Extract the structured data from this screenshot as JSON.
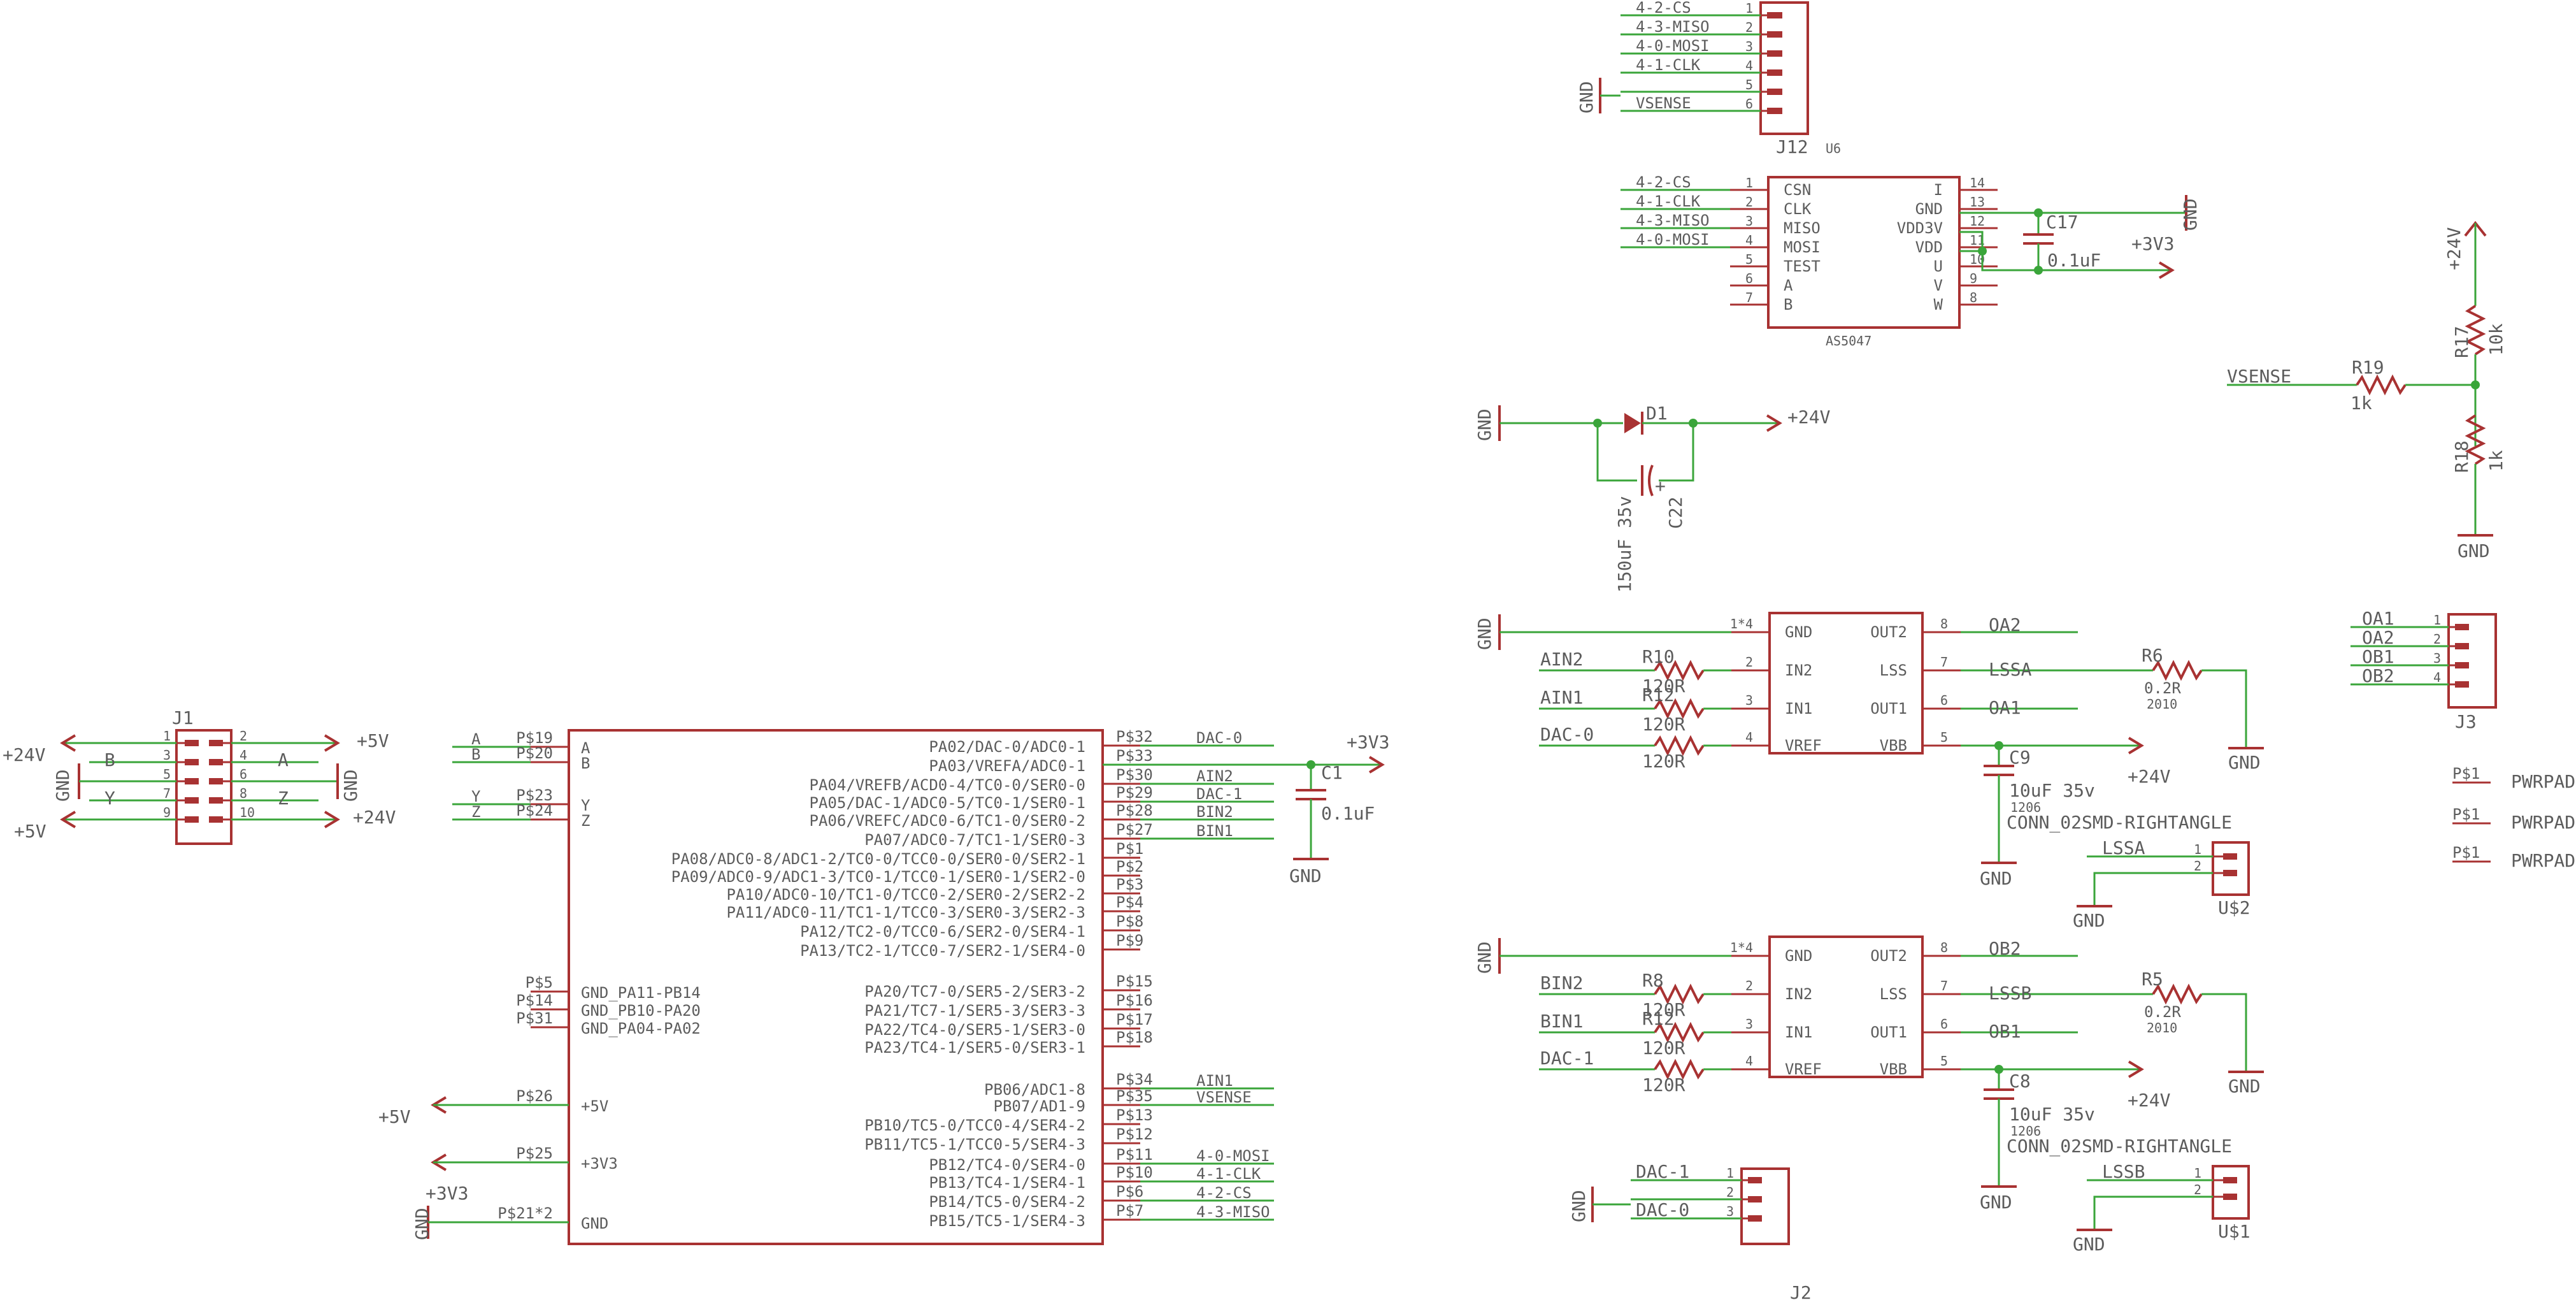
{
  "colors": {
    "wire": "#3aa53a",
    "symbol": "#a83232",
    "text": "#5c5c5c",
    "background": "#ffffff"
  },
  "mcu": {
    "left_pins": [
      {
        "pad": "P$19",
        "func": "A",
        "net": "A"
      },
      {
        "pad": "P$20",
        "func": "B",
        "net": "B"
      },
      {
        "pad": "P$23",
        "func": "Y",
        "net": "Y"
      },
      {
        "pad": "P$24",
        "func": "Z",
        "net": "Z"
      },
      {
        "pad": "P$5",
        "func": "GND_PA11-PB14",
        "net": ""
      },
      {
        "pad": "P$14",
        "func": "GND_PB10-PA20",
        "net": ""
      },
      {
        "pad": "P$31",
        "func": "GND_PA04-PA02",
        "net": ""
      },
      {
        "pad": "P$26",
        "func": "+5V",
        "net": "+5V"
      },
      {
        "pad": "P$25",
        "func": "+3V3",
        "net": "+3V3"
      },
      {
        "pad": "P$21*2",
        "func": "GND",
        "net": "GND"
      }
    ],
    "right_pins": [
      {
        "func": "PA02/DAC-0/ADC0-1",
        "pad": "P$32",
        "net": "DAC-0"
      },
      {
        "func": "PA03/VREFA/ADC0-1",
        "pad": "P$33",
        "net": ""
      },
      {
        "func": "PA04/VREFB/ACD0-4/TC0-0/SER0-0",
        "pad": "P$30",
        "net": "AIN2"
      },
      {
        "func": "PA05/DAC-1/ADC0-5/TC0-1/SER0-1",
        "pad": "P$29",
        "net": "DAC-1"
      },
      {
        "func": "PA06/VREFC/ADC0-6/TC1-0/SER0-2",
        "pad": "P$28",
        "net": "BIN2"
      },
      {
        "func": "PA07/ADC0-7/TC1-1/SER0-3",
        "pad": "P$27",
        "net": "BIN1"
      },
      {
        "func": "PA08/ADC0-8/ADC1-2/TC0-0/TCC0-0/SER0-0/SER2-1",
        "pad": "P$1",
        "net": ""
      },
      {
        "func": "PA09/ADC0-9/ADC1-3/TC0-1/TCC0-1/SER0-1/SER2-0",
        "pad": "P$2",
        "net": ""
      },
      {
        "func": "PA10/ADC0-10/TC1-0/TCC0-2/SER0-2/SER2-2",
        "pad": "P$3",
        "net": ""
      },
      {
        "func": "PA11/ADC0-11/TC1-1/TCC0-3/SER0-3/SER2-3",
        "pad": "P$4",
        "net": ""
      },
      {
        "func": "PA12/TC2-0/TCC0-6/SER2-0/SER4-1",
        "pad": "P$8",
        "net": ""
      },
      {
        "func": "PA13/TC2-1/TCC0-7/SER2-1/SER4-0",
        "pad": "P$9",
        "net": ""
      },
      {
        "func": "PA20/TC7-0/SER5-2/SER3-2",
        "pad": "P$15",
        "net": ""
      },
      {
        "func": "PA21/TC7-1/SER5-3/SER3-3",
        "pad": "P$16",
        "net": ""
      },
      {
        "func": "PA22/TC4-0/SER5-1/SER3-0",
        "pad": "P$17",
        "net": ""
      },
      {
        "func": "PA23/TC4-1/SER5-0/SER3-1",
        "pad": "P$18",
        "net": ""
      },
      {
        "func": "PB06/ADC1-8",
        "pad": "P$34",
        "net": "AIN1"
      },
      {
        "func": "PB07/AD1-9",
        "pad": "P$35",
        "net": "VSENSE"
      },
      {
        "func": "PB10/TC5-0/TCC0-4/SER4-2",
        "pad": "P$13",
        "net": ""
      },
      {
        "func": "PB11/TC5-1/TCC0-5/SER4-3",
        "pad": "P$12",
        "net": ""
      },
      {
        "func": "PB12/TC4-0/SER4-0",
        "pad": "P$11",
        "net": "4-0-MOSI"
      },
      {
        "func": "PB13/TC4-1/SER4-1",
        "pad": "P$10",
        "net": "4-1-CLK"
      },
      {
        "func": "PB14/TC5-0/SER4-2",
        "pad": "P$6",
        "net": "4-2-CS"
      },
      {
        "func": "PB15/TC5-1/SER4-3",
        "pad": "P$7",
        "net": "4-3-MISO"
      }
    ],
    "power_5v": "+5V",
    "power_3v3": "+3V3",
    "gnd": "GND"
  },
  "j1": {
    "name": "J1",
    "odd_pins": [
      "1",
      "3",
      "5",
      "7",
      "9"
    ],
    "even_pins": [
      "2",
      "4",
      "6",
      "8",
      "10"
    ],
    "left_nets": [
      "+24V",
      "B",
      "GND",
      "Y",
      "+5V"
    ],
    "right_nets": [
      "+5V",
      "A",
      "GND",
      "Z",
      "+24V"
    ]
  },
  "c1": {
    "name": "C1",
    "value": "0.1uF",
    "supply": "+3V3",
    "gnd": "GND"
  },
  "j12": {
    "name": "J12",
    "pins": [
      "1",
      "2",
      "3",
      "4",
      "5",
      "6"
    ],
    "nets": [
      "4-2-CS",
      "4-3-MISO",
      "4-0-MOSI",
      "4-1-CLK",
      "",
      "VSENSE"
    ],
    "gnd": "GND"
  },
  "u6": {
    "name": "U6",
    "part": "AS5047",
    "left_nets": [
      "4-2-CS",
      "4-1-CLK",
      "4-3-MISO",
      "4-0-MOSI"
    ],
    "left_pins": [
      "1",
      "2",
      "3",
      "4",
      "5",
      "6",
      "7"
    ],
    "left_names": [
      "CSN",
      "CLK",
      "MISO",
      "MOSI",
      "TEST",
      "A",
      "B"
    ],
    "right_names": [
      "I",
      "GND",
      "VDD3V",
      "VDD",
      "U",
      "V",
      "W"
    ],
    "right_pins": [
      "14",
      "13",
      "12",
      "11",
      "10",
      "9",
      "8"
    ],
    "gnd": "GND",
    "supply": "+3V3"
  },
  "c17": {
    "name": "C17",
    "value": "0.1uF"
  },
  "d1": {
    "name": "D1",
    "gnd": "GND",
    "supply": "+24V"
  },
  "c22": {
    "name": "C22",
    "value": "150uF 35v"
  },
  "vsense_divider": {
    "net": "VSENSE",
    "supply": "+24V",
    "gnd": "GND",
    "r17": {
      "name": "R17",
      "value": "10k"
    },
    "r18": {
      "name": "R18",
      "value": "1k"
    },
    "r19": {
      "name": "R19",
      "value": "1k"
    }
  },
  "driver_a": {
    "gnd": "GND",
    "gnd_pin": "1*4",
    "left_names": [
      "GND",
      "IN2",
      "IN1",
      "VREF"
    ],
    "left_pins": [
      "1*4",
      "2",
      "3",
      "4"
    ],
    "right_names": [
      "OUT2",
      "LSS",
      "OUT1",
      "VBB"
    ],
    "right_pins": [
      "8",
      "7",
      "6",
      "5"
    ],
    "in_nets": [
      "AIN2",
      "AIN1",
      "DAC-0"
    ],
    "out_nets": [
      "OA2",
      "LSSA",
      "OA1"
    ],
    "resistors": [
      {
        "name": "R10",
        "value": "120R"
      },
      {
        "name": "R12",
        "value": "120R"
      },
      {
        "name": "",
        "value": "120R"
      }
    ],
    "sense": {
      "name": "R6",
      "value": "0.2R",
      "pkg": "2010",
      "gnd": "GND"
    },
    "vbb_supply": "+24V",
    "cap": {
      "name": "C9",
      "value": "10uF 35v",
      "pkg": "1206",
      "gnd": "GND"
    }
  },
  "driver_b": {
    "gnd": "GND",
    "gnd_pin": "1*4",
    "left_names": [
      "GND",
      "IN2",
      "IN1",
      "VREF"
    ],
    "left_pins": [
      "1*4",
      "2",
      "3",
      "4"
    ],
    "right_names": [
      "OUT2",
      "LSS",
      "OUT1",
      "VBB"
    ],
    "right_pins": [
      "8",
      "7",
      "6",
      "5"
    ],
    "in_nets": [
      "BIN2",
      "BIN1",
      "DAC-1"
    ],
    "out_nets": [
      "OB2",
      "LSSB",
      "OB1"
    ],
    "resistors": [
      {
        "name": "R8",
        "value": "120R"
      },
      {
        "name": "R12",
        "value": "120R"
      },
      {
        "name": "",
        "value": "120R"
      }
    ],
    "sense": {
      "name": "R5",
      "value": "0.2R",
      "pkg": "2010",
      "gnd": "GND"
    },
    "vbb_supply": "+24V",
    "cap": {
      "name": "C8",
      "value": "10uF 35v",
      "pkg": "1206",
      "gnd": "GND"
    }
  },
  "conn_a": {
    "part": "CONN_02SMD-RIGHTANGLE",
    "name": "U$2",
    "net": "LSSA",
    "pins": [
      "1",
      "2"
    ],
    "gnd": "GND"
  },
  "conn_b": {
    "part": "CONN_02SMD-RIGHTANGLE",
    "name": "U$1",
    "net": "LSSB",
    "pins": [
      "1",
      "2"
    ],
    "gnd": "GND"
  },
  "j3": {
    "name": "J3",
    "pins": [
      "1",
      "2",
      "3",
      "4"
    ],
    "nets": [
      "OA1",
      "OA2",
      "OB1",
      "OB2"
    ]
  },
  "j2": {
    "name": "J2",
    "pins": [
      "1",
      "2",
      "3"
    ],
    "nets": [
      "DAC-1",
      "",
      "DAC-0"
    ],
    "gnd": "GND"
  },
  "pwrpads": [
    {
      "pad": "P$1",
      "label": "PWRPAD"
    },
    {
      "pad": "P$1",
      "label": "PWRPAD"
    },
    {
      "pad": "P$1",
      "label": "PWRPAD"
    }
  ]
}
